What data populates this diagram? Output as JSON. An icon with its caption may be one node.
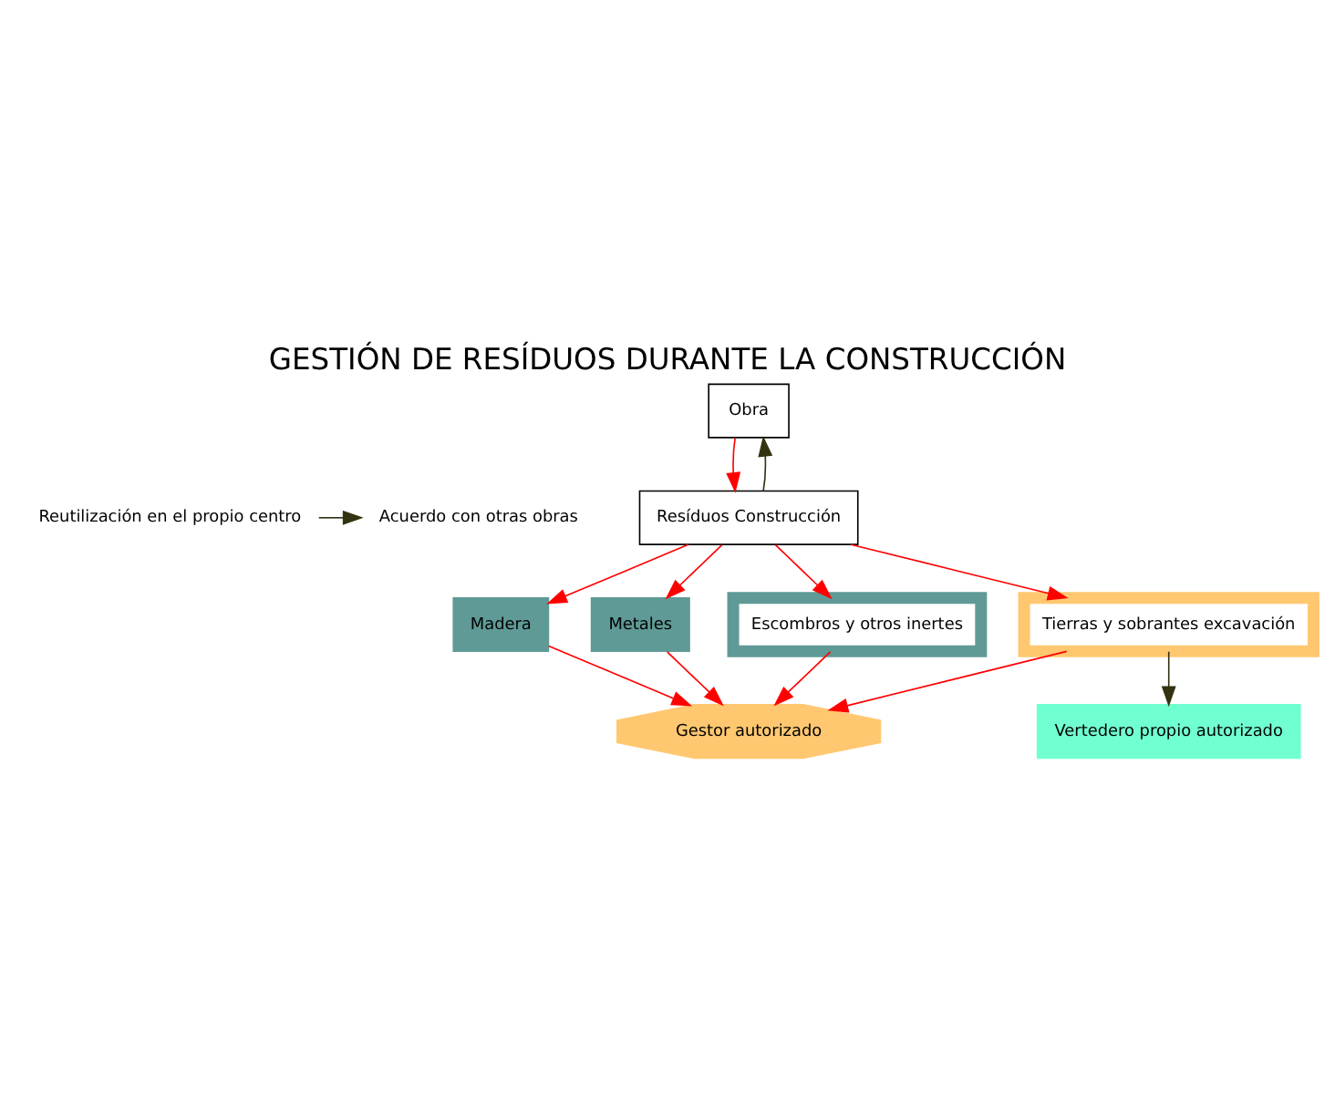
{
  "diagram": {
    "title": "GESTIÓN DE RESÍDUOS DURANTE LA CONSTRUCCIÓN",
    "nodes": [
      {
        "text": [
          "Obra"
        ]
      },
      {
        "text": [
          "Reutilización en el propio centro"
        ]
      },
      {
        "text": [
          "Acuerdo con otras obras"
        ]
      },
      {
        "text": [
          "Resíduos Construcción"
        ]
      },
      {
        "text": [
          "Tierras y sobrantes excavación"
        ]
      },
      {
        "text": [
          "Madera"
        ]
      },
      {
        "text": [
          "Metales"
        ]
      },
      {
        "text": [
          "Escombros y otros inertes"
        ]
      },
      {
        "text": [
          "Gestor autorizado"
        ]
      },
      {
        "text": [
          "Vertedero propio autorizado"
        ]
      }
    ],
    "edges": [
      {
        "from": 0,
        "to": 3,
        "arrow": "to"
      },
      {
        "from": 3,
        "to": 0,
        "arrow": "to",
        "color": "#333311"
      },
      {
        "from": 1,
        "to": 2,
        "arrow": "to",
        "color": "#333311"
      },
      {
        "from": 3,
        "to": 4,
        "arrow": "to"
      },
      {
        "from": 3,
        "to": 5,
        "arrow": "to"
      },
      {
        "from": 3,
        "to": 6,
        "arrow": "to"
      },
      {
        "from": 3,
        "to": 7,
        "arrow": "to"
      },
      {
        "from": 7,
        "to": 8,
        "arrow": "to"
      },
      {
        "from": 5,
        "to": 8,
        "arrow": "to"
      },
      {
        "from": 6,
        "to": 8,
        "arrow": "to"
      },
      {
        "from": 4,
        "to": 8,
        "arrow": "to"
      },
      {
        "from": 4,
        "to": 9,
        "arrow": "to",
        "color": "#333311"
      }
    ]
  }
}
